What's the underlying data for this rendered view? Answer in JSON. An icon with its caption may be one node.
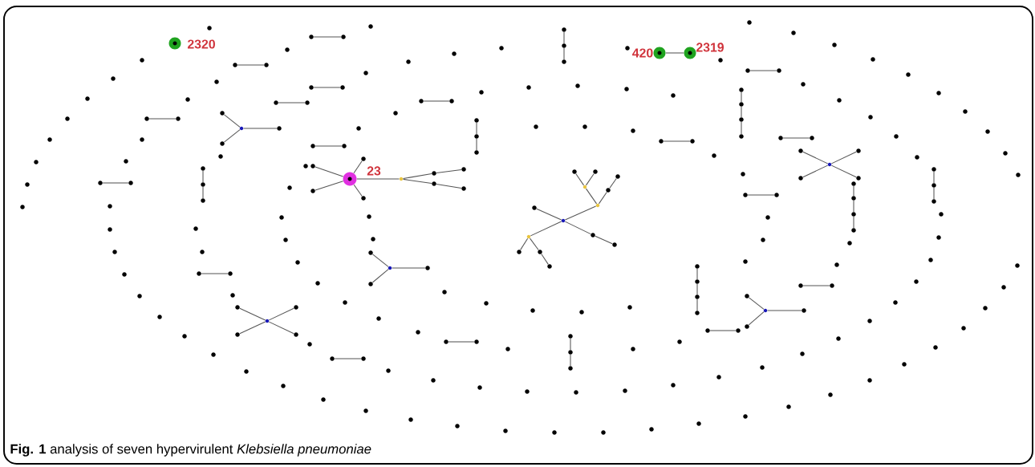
{
  "diagram": {
    "caption": "**Fig. 1** analysis of seven hypervirulent *Klebsiella pneumoniae*",
    "nodes": [
      {
        "text": [],
        "shape": "circle",
        "beside": [
          "2320"
        ]
      },
      {
        "text": [],
        "shape": "circle",
        "beside": [
          "420"
        ]
      },
      {
        "text": [],
        "shape": "circle",
        "beside": [
          "2319"
        ]
      },
      {
        "text": [],
        "shape": "circle",
        "beside": [
          "23"
        ]
      },
      {
        "text": [],
        "shape": "circle"
      },
      {
        "text": [],
        "shape": "circle"
      },
      {
        "text": [],
        "shape": "circle"
      },
      {
        "text": [],
        "shape": "circle"
      },
      {
        "text": [],
        "shape": "circle"
      },
      {
        "text": [],
        "shape": "circle"
      },
      {
        "text": [],
        "shape": "circle"
      },
      {
        "text": [],
        "shape": "circle"
      },
      {
        "text": [],
        "shape": "circle"
      },
      {
        "text": [],
        "shape": "circle"
      },
      {
        "text": [],
        "shape": "circle"
      },
      {
        "text": [],
        "shape": "circle"
      },
      {
        "text": [],
        "shape": "circle"
      },
      {
        "text": [],
        "shape": "circle"
      },
      {
        "text": [],
        "shape": "circle"
      },
      {
        "text": [],
        "shape": "circle"
      },
      {
        "text": [],
        "shape": "circle"
      },
      {
        "text": [],
        "shape": "circle"
      },
      {
        "text": [],
        "shape": "circle"
      },
      {
        "text": [],
        "shape": "circle"
      },
      {
        "text": [],
        "shape": "circle"
      },
      {
        "text": [],
        "shape": "circle"
      },
      {
        "text": [],
        "shape": "circle"
      },
      {
        "text": [],
        "shape": "circle"
      },
      {
        "text": [],
        "shape": "circle"
      },
      {
        "text": [],
        "shape": "circle"
      },
      {
        "text": [],
        "shape": "circle"
      },
      {
        "text": [],
        "shape": "circle"
      },
      {
        "text": [],
        "shape": "circle"
      },
      {
        "text": [],
        "shape": "circle"
      },
      {
        "text": [],
        "shape": "circle"
      },
      {
        "text": [],
        "shape": "circle"
      },
      {
        "text": [],
        "shape": "circle"
      },
      {
        "text": [],
        "shape": "circle"
      },
      {
        "text": [],
        "shape": "circle"
      },
      {
        "text": [],
        "shape": "circle"
      },
      {
        "text": [],
        "shape": "circle"
      },
      {
        "text": [],
        "shape": "circle"
      },
      {
        "text": [],
        "shape": "circle"
      },
      {
        "text": [],
        "shape": "circle"
      },
      {
        "text": [],
        "shape": "circle"
      },
      {
        "text": [],
        "shape": "circle"
      },
      {
        "text": [],
        "shape": "circle"
      },
      {
        "text": [],
        "shape": "circle"
      },
      {
        "text": [],
        "shape": "circle"
      },
      {
        "text": [],
        "shape": "circle"
      },
      {
        "text": [],
        "shape": "circle"
      },
      {
        "text": [],
        "shape": "circle"
      },
      {
        "text": [],
        "shape": "circle"
      },
      {
        "text": [],
        "shape": "circle"
      },
      {
        "text": [],
        "shape": "circle"
      },
      {
        "text": [],
        "shape": "circle"
      },
      {
        "text": [],
        "shape": "circle"
      },
      {
        "text": [],
        "shape": "circle"
      },
      {
        "text": [],
        "shape": "circle"
      },
      {
        "text": [],
        "shape": "circle"
      },
      {
        "text": [],
        "shape": "circle"
      },
      {
        "text": [],
        "shape": "circle"
      },
      {
        "text": [],
        "shape": "circle"
      },
      {
        "text": [],
        "shape": "circle"
      },
      {
        "text": [],
        "shape": "circle"
      },
      {
        "text": [],
        "shape": "circle"
      },
      {
        "text": [],
        "shape": "circle"
      },
      {
        "text": [],
        "shape": "circle"
      },
      {
        "text": [],
        "shape": "circle"
      },
      {
        "text": [],
        "shape": "circle"
      },
      {
        "text": [],
        "shape": "circle"
      },
      {
        "text": [],
        "shape": "circle"
      },
      {
        "text": [],
        "shape": "circle"
      },
      {
        "text": [],
        "shape": "circle"
      },
      {
        "text": [],
        "shape": "circle"
      },
      {
        "text": [],
        "shape": "circle"
      },
      {
        "text": [],
        "shape": "circle"
      },
      {
        "text": [],
        "shape": "circle"
      },
      {
        "text": [],
        "shape": "circle"
      },
      {
        "text": [],
        "shape": "circle"
      },
      {
        "text": [],
        "shape": "circle"
      },
      {
        "text": [],
        "shape": "circle"
      },
      {
        "text": [],
        "shape": "circle"
      },
      {
        "text": [],
        "shape": "circle"
      },
      {
        "text": [],
        "shape": "circle"
      },
      {
        "text": [],
        "shape": "circle"
      },
      {
        "text": [],
        "shape": "circle"
      },
      {
        "text": [],
        "shape": "circle"
      },
      {
        "text": [],
        "shape": "circle"
      },
      {
        "text": [],
        "shape": "circle"
      },
      {
        "text": [],
        "shape": "circle"
      },
      {
        "text": [],
        "shape": "circle"
      },
      {
        "text": [],
        "shape": "circle"
      },
      {
        "text": [],
        "shape": "circle"
      },
      {
        "text": [],
        "shape": "circle"
      },
      {
        "text": [],
        "shape": "circle"
      },
      {
        "text": [],
        "shape": "circle"
      },
      {
        "text": [],
        "shape": "circle"
      },
      {
        "text": [],
        "shape": "circle"
      },
      {
        "text": [],
        "shape": "circle"
      },
      {
        "text": [],
        "shape": "circle"
      },
      {
        "text": [],
        "shape": "circle"
      },
      {
        "text": [],
        "shape": "circle"
      },
      {
        "text": [],
        "shape": "circle"
      },
      {
        "text": [],
        "shape": "circle"
      },
      {
        "text": [],
        "shape": "circle"
      },
      {
        "text": [],
        "shape": "circle"
      },
      {
        "text": [],
        "shape": "circle"
      },
      {
        "text": [],
        "shape": "circle"
      },
      {
        "text": [],
        "shape": "circle"
      },
      {
        "text": [],
        "shape": "circle"
      },
      {
        "text": [],
        "shape": "circle"
      },
      {
        "text": [],
        "shape": "circle"
      },
      {
        "text": [],
        "shape": "circle"
      },
      {
        "text": [],
        "shape": "circle"
      },
      {
        "text": [],
        "shape": "circle"
      },
      {
        "text": [],
        "shape": "circle"
      },
      {
        "text": [],
        "shape": "circle"
      },
      {
        "text": [],
        "shape": "circle"
      },
      {
        "text": [],
        "shape": "circle"
      },
      {
        "text": [],
        "shape": "circle"
      },
      {
        "text": [],
        "shape": "circle"
      },
      {
        "text": [],
        "shape": "circle"
      },
      {
        "text": [],
        "shape": "circle"
      },
      {
        "text": [],
        "shape": "circle"
      },
      {
        "text": [],
        "shape": "circle"
      },
      {
        "text": [],
        "shape": "circle"
      },
      {
        "text": [],
        "shape": "circle"
      },
      {
        "text": [],
        "shape": "circle"
      },
      {
        "text": [],
        "shape": "circle"
      },
      {
        "text": [],
        "shape": "circle"
      },
      {
        "text": [],
        "shape": "circle"
      },
      {
        "text": [],
        "shape": "circle"
      },
      {
        "text": [],
        "shape": "circle"
      },
      {
        "text": [],
        "shape": "circle"
      },
      {
        "text": [],
        "shape": "circle"
      },
      {
        "text": [],
        "shape": "circle"
      },
      {
        "text": [],
        "shape": "circle"
      },
      {
        "text": [],
        "shape": "circle"
      },
      {
        "text": [],
        "shape": "circle"
      },
      {
        "text": [],
        "shape": "circle"
      },
      {
        "text": [],
        "shape": "circle"
      },
      {
        "text": [],
        "shape": "circle"
      },
      {
        "text": [],
        "shape": "circle"
      },
      {
        "text": [],
        "shape": "circle"
      },
      {
        "text": [],
        "shape": "circle"
      },
      {
        "text": [],
        "shape": "circle"
      },
      {
        "text": [],
        "shape": "circle"
      },
      {
        "text": [],
        "shape": "circle"
      },
      {
        "text": [],
        "shape": "circle"
      },
      {
        "text": [],
        "shape": "circle"
      },
      {
        "text": [],
        "shape": "circle"
      },
      {
        "text": [],
        "shape": "circle"
      },
      {
        "text": [],
        "shape": "circle"
      },
      {
        "text": [],
        "shape": "circle"
      },
      {
        "text": [],
        "shape": "circle"
      },
      {
        "text": [],
        "shape": "circle"
      },
      {
        "text": [],
        "shape": "circle"
      },
      {
        "text": [],
        "shape": "circle"
      },
      {
        "text": [],
        "shape": "circle"
      },
      {
        "text": [],
        "shape": "circle"
      },
      {
        "text": [],
        "shape": "circle"
      },
      {
        "text": [],
        "shape": "circle"
      },
      {
        "text": [],
        "shape": "circle"
      },
      {
        "text": [],
        "shape": "circle"
      },
      {
        "text": [],
        "shape": "circle"
      },
      {
        "text": [],
        "shape": "circle"
      },
      {
        "text": [],
        "shape": "circle"
      },
      {
        "text": [],
        "shape": "circle"
      },
      {
        "text": [],
        "shape": "circle"
      },
      {
        "text": [],
        "shape": "circle"
      },
      {
        "text": [],
        "shape": "circle"
      },
      {
        "text": [],
        "shape": "circle"
      },
      {
        "text": [],
        "shape": "circle"
      },
      {
        "text": [],
        "shape": "circle"
      },
      {
        "text": [],
        "shape": "circle"
      },
      {
        "text": [],
        "shape": "circle"
      },
      {
        "text": [],
        "shape": "circle"
      },
      {
        "text": [],
        "shape": "circle"
      },
      {
        "text": [],
        "shape": "circle"
      },
      {
        "text": [],
        "shape": "circle"
      },
      {
        "text": [],
        "shape": "circle"
      },
      {
        "text": [],
        "shape": "circle"
      },
      {
        "text": [],
        "shape": "circle"
      },
      {
        "text": [],
        "shape": "circle"
      },
      {
        "text": [],
        "shape": "circle"
      },
      {
        "text": [],
        "shape": "circle"
      },
      {
        "text": [],
        "shape": "circle"
      },
      {
        "text": [],
        "shape": "circle"
      },
      {
        "text": [],
        "shape": "circle"
      },
      {
        "text": [],
        "shape": "circle"
      },
      {
        "text": [],
        "shape": "circle"
      },
      {
        "text": [],
        "shape": "circle"
      },
      {
        "text": [],
        "shape": "circle"
      },
      {
        "text": [],
        "shape": "circle"
      },
      {
        "text": [],
        "shape": "circle"
      },
      {
        "text": [],
        "shape": "circle"
      },
      {
        "text": [],
        "shape": "circle"
      },
      {
        "text": [],
        "shape": "circle"
      },
      {
        "text": [],
        "shape": "circle"
      },
      {
        "text": [],
        "shape": "circle"
      },
      {
        "text": [],
        "shape": "circle"
      },
      {
        "text": [],
        "shape": "circle"
      },
      {
        "text": [],
        "shape": "circle"
      },
      {
        "text": [],
        "shape": "circle"
      },
      {
        "text": [],
        "shape": "circle"
      },
      {
        "text": [],
        "shape": "circle"
      },
      {
        "text": [],
        "shape": "circle"
      },
      {
        "text": [],
        "shape": "circle"
      },
      {
        "text": [],
        "shape": "circle"
      },
      {
        "text": [],
        "shape": "circle"
      },
      {
        "text": [],
        "shape": "circle"
      },
      {
        "text": [],
        "shape": "circle"
      },
      {
        "text": [],
        "shape": "circle"
      },
      {
        "text": [],
        "shape": "circle"
      },
      {
        "text": [],
        "shape": "circle"
      },
      {
        "text": [],
        "shape": "circle"
      },
      {
        "text": [],
        "shape": "circle"
      },
      {
        "text": [],
        "shape": "circle"
      },
      {
        "text": [],
        "shape": "circle"
      },
      {
        "text": [],
        "shape": "circle"
      },
      {
        "text": [],
        "shape": "circle"
      },
      {
        "text": [],
        "shape": "circle"
      },
      {
        "text": [],
        "shape": "circle"
      },
      {
        "text": [],
        "shape": "circle"
      },
      {
        "text": [],
        "shape": "circle"
      },
      {
        "text": [],
        "shape": "circle"
      },
      {
        "text": [],
        "shape": "circle"
      },
      {
        "text": [],
        "shape": "circle"
      },
      {
        "text": [],
        "shape": "circle"
      },
      {
        "text": [],
        "shape": "circle"
      },
      {
        "text": [],
        "shape": "circle"
      },
      {
        "text": [],
        "shape": "circle"
      }
    ],
    "edges": [
      {
        "from": 4,
        "to": 5,
        "arrow": "none"
      },
      {
        "from": 6,
        "to": 7,
        "arrow": "none"
      },
      {
        "from": 8,
        "to": 9,
        "arrow": "none"
      },
      {
        "from": 10,
        "to": 11,
        "arrow": "none"
      },
      {
        "from": 12,
        "to": 13,
        "arrow": "none"
      },
      {
        "from": 14,
        "to": 15,
        "arrow": "none"
      },
      {
        "from": 16,
        "to": 17,
        "arrow": "none"
      },
      {
        "from": 16,
        "to": 18,
        "arrow": "none"
      },
      {
        "from": 16,
        "to": 19,
        "arrow": "none"
      },
      {
        "from": 20,
        "to": 21,
        "arrow": "none"
      },
      {
        "from": 21,
        "to": 22,
        "arrow": "none"
      },
      {
        "from": 23,
        "to": 24,
        "arrow": "none"
      },
      {
        "from": 25,
        "to": 26,
        "arrow": "none"
      },
      {
        "from": 26,
        "to": 27,
        "arrow": "none"
      },
      {
        "from": 28,
        "to": 29,
        "arrow": "none"
      },
      {
        "from": 3,
        "to": 30,
        "arrow": "none"
      },
      {
        "from": 3,
        "to": 31,
        "arrow": "none"
      },
      {
        "from": 3,
        "to": 32,
        "arrow": "none"
      },
      {
        "from": 3,
        "to": 33,
        "arrow": "none"
      },
      {
        "from": 3,
        "to": 34,
        "arrow": "none"
      },
      {
        "from": 34,
        "to": 35,
        "arrow": "none"
      },
      {
        "from": 35,
        "to": 36,
        "arrow": "none"
      },
      {
        "from": 34,
        "to": 37,
        "arrow": "none"
      },
      {
        "from": 37,
        "to": 38,
        "arrow": "none"
      },
      {
        "from": 39,
        "to": 40,
        "arrow": "none"
      },
      {
        "from": 41,
        "to": 42,
        "arrow": "none"
      },
      {
        "from": 41,
        "to": 43,
        "arrow": "none"
      },
      {
        "from": 41,
        "to": 44,
        "arrow": "none"
      },
      {
        "from": 45,
        "to": 46,
        "arrow": "none"
      },
      {
        "from": 45,
        "to": 47,
        "arrow": "none"
      },
      {
        "from": 45,
        "to": 48,
        "arrow": "none"
      },
      {
        "from": 45,
        "to": 49,
        "arrow": "none"
      },
      {
        "from": 50,
        "to": 51,
        "arrow": "none"
      },
      {
        "from": 52,
        "to": 53,
        "arrow": "none"
      },
      {
        "from": 54,
        "to": 55,
        "arrow": "none"
      },
      {
        "from": 55,
        "to": 56,
        "arrow": "none"
      },
      {
        "from": 1,
        "to": 2,
        "arrow": "none"
      },
      {
        "from": 57,
        "to": 58,
        "arrow": "none"
      },
      {
        "from": 59,
        "to": 60,
        "arrow": "none"
      },
      {
        "from": 60,
        "to": 61,
        "arrow": "none"
      },
      {
        "from": 61,
        "to": 62,
        "arrow": "none"
      },
      {
        "from": 63,
        "to": 64,
        "arrow": "none"
      },
      {
        "from": 65,
        "to": 66,
        "arrow": "none"
      },
      {
        "from": 67,
        "to": 68,
        "arrow": "none"
      },
      {
        "from": 67,
        "to": 69,
        "arrow": "none"
      },
      {
        "from": 67,
        "to": 70,
        "arrow": "none"
      },
      {
        "from": 67,
        "to": 71,
        "arrow": "none"
      },
      {
        "from": 72,
        "to": 73,
        "arrow": "none"
      },
      {
        "from": 73,
        "to": 74,
        "arrow": "none"
      },
      {
        "from": 75,
        "to": 76,
        "arrow": "none"
      },
      {
        "from": 77,
        "to": 78,
        "arrow": "none"
      },
      {
        "from": 78,
        "to": 79,
        "arrow": "none"
      },
      {
        "from": 79,
        "to": 80,
        "arrow": "none"
      },
      {
        "from": 81,
        "to": 82,
        "arrow": "none"
      },
      {
        "from": 81,
        "to": 83,
        "arrow": "none"
      },
      {
        "from": 83,
        "to": 84,
        "arrow": "none"
      },
      {
        "from": 84,
        "to": 85,
        "arrow": "none"
      },
      {
        "from": 84,
        "to": 86,
        "arrow": "none"
      },
      {
        "from": 83,
        "to": 87,
        "arrow": "none"
      },
      {
        "from": 87,
        "to": 88,
        "arrow": "none"
      },
      {
        "from": 81,
        "to": 89,
        "arrow": "none"
      },
      {
        "from": 89,
        "to": 90,
        "arrow": "none"
      },
      {
        "from": 89,
        "to": 91,
        "arrow": "none"
      },
      {
        "from": 91,
        "to": 92,
        "arrow": "none"
      },
      {
        "from": 81,
        "to": 93,
        "arrow": "none"
      },
      {
        "from": 93,
        "to": 94,
        "arrow": "none"
      },
      {
        "from": 95,
        "to": 96,
        "arrow": "none"
      },
      {
        "from": 96,
        "to": 97,
        "arrow": "none"
      },
      {
        "from": 97,
        "to": 98,
        "arrow": "none"
      },
      {
        "from": 99,
        "to": 100,
        "arrow": "none"
      },
      {
        "from": 101,
        "to": 102,
        "arrow": "none"
      },
      {
        "from": 101,
        "to": 103,
        "arrow": "none"
      },
      {
        "from": 101,
        "to": 104,
        "arrow": "none"
      },
      {
        "from": 105,
        "to": 106,
        "arrow": "none"
      },
      {
        "from": 107,
        "to": 108,
        "arrow": "none"
      },
      {
        "from": 108,
        "to": 109,
        "arrow": "none"
      }
    ]
  }
}
